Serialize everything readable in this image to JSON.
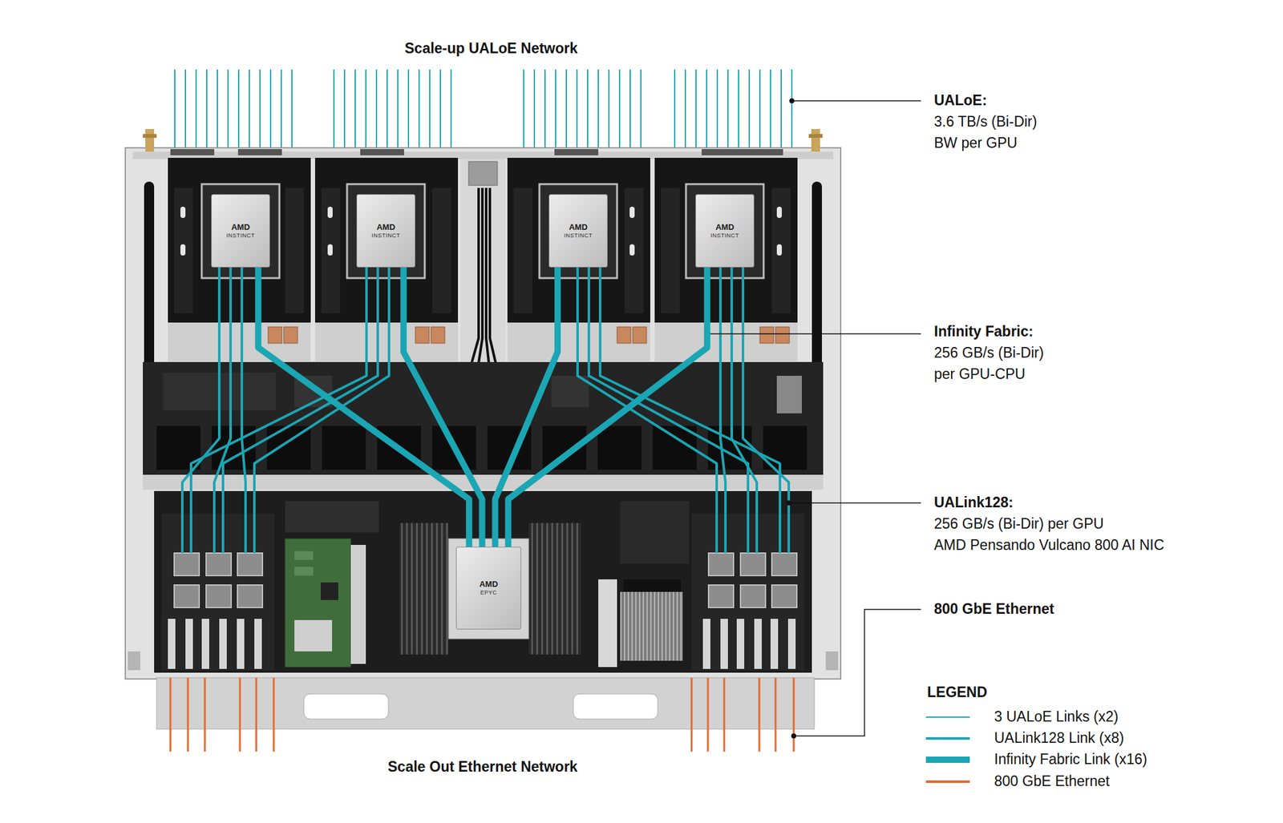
{
  "diagram": {
    "nodes": [
      {
        "text": [
          "AMD",
          "INSTINCT"
        ]
      },
      {
        "text": [
          "AMD",
          "INSTINCT"
        ]
      },
      {
        "text": [
          "AMD",
          "INSTINCT"
        ]
      },
      {
        "text": [
          "AMD",
          "INSTINCT"
        ]
      },
      {
        "text": [
          "AMD",
          "EPYC"
        ]
      }
    ],
    "edges": [
      {
        "from": 0,
        "to": 4,
        "arrow": "none"
      },
      {
        "from": 1,
        "to": 4,
        "arrow": "none"
      },
      {
        "from": 2,
        "to": 4,
        "arrow": "none"
      },
      {
        "from": 3,
        "to": 4,
        "arrow": "none"
      }
    ],
    "labels": [
      "Scale-up UALoE Network",
      "UALoE:",
      "3.6 TB/s (Bi-Dir)",
      "BW per GPU",
      "Infinity Fabric:",
      "256 GB/s (Bi-Dir)",
      "per GPU-CPU",
      "UALink128:",
      "256 GB/s (Bi-Dir) per GPU",
      "AMD Pensando Vulcano 800 AI NIC",
      "800 GbE Ethernet",
      "Scale Out Ethernet Network",
      "LEGEND"
    ],
    "legend": [
      {
        "text": "3 UALoE Links (x2)"
      },
      {
        "text": "UALink128 Link (x8)"
      },
      {
        "text": "Infinity Fabric Link (x16)"
      },
      {
        "text": "800 GbE Ethernet"
      }
    ]
  }
}
